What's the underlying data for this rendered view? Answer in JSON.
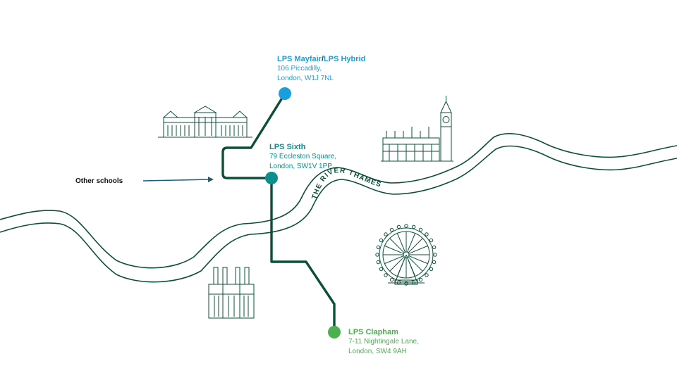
{
  "colors": {
    "line": "#0b4f3a",
    "mayfair": "#1a9fdc",
    "sixth": "#0b8f8c",
    "clapham": "#4caf50",
    "arrow": "#1b5e7a"
  },
  "river": {
    "label": "THE RIVER THAMES"
  },
  "schools": {
    "mayfair": {
      "name_a": "LPS Mayfair",
      "separator": "/",
      "name_b": "LPS Hybrid",
      "address_line1": "106 Piccadilly,",
      "address_line2": "London, W1J 7NL"
    },
    "sixth": {
      "name": "LPS Sixth",
      "address_line1": "79 Eccleston Square,",
      "address_line2": "London, SW1V 1PP"
    },
    "clapham": {
      "name": "LPS Clapham",
      "address_line1": "7-11 Nightingale Lane,",
      "address_line2": "London, SW4 9AH"
    }
  },
  "other": {
    "label": "Other schools"
  },
  "landmarks": {
    "palace": {
      "icon": "buckingham-palace-icon"
    },
    "parliament": {
      "icon": "big-ben-icon"
    },
    "power_station": {
      "icon": "battersea-power-station-icon"
    },
    "eye": {
      "icon": "london-eye-icon"
    }
  }
}
